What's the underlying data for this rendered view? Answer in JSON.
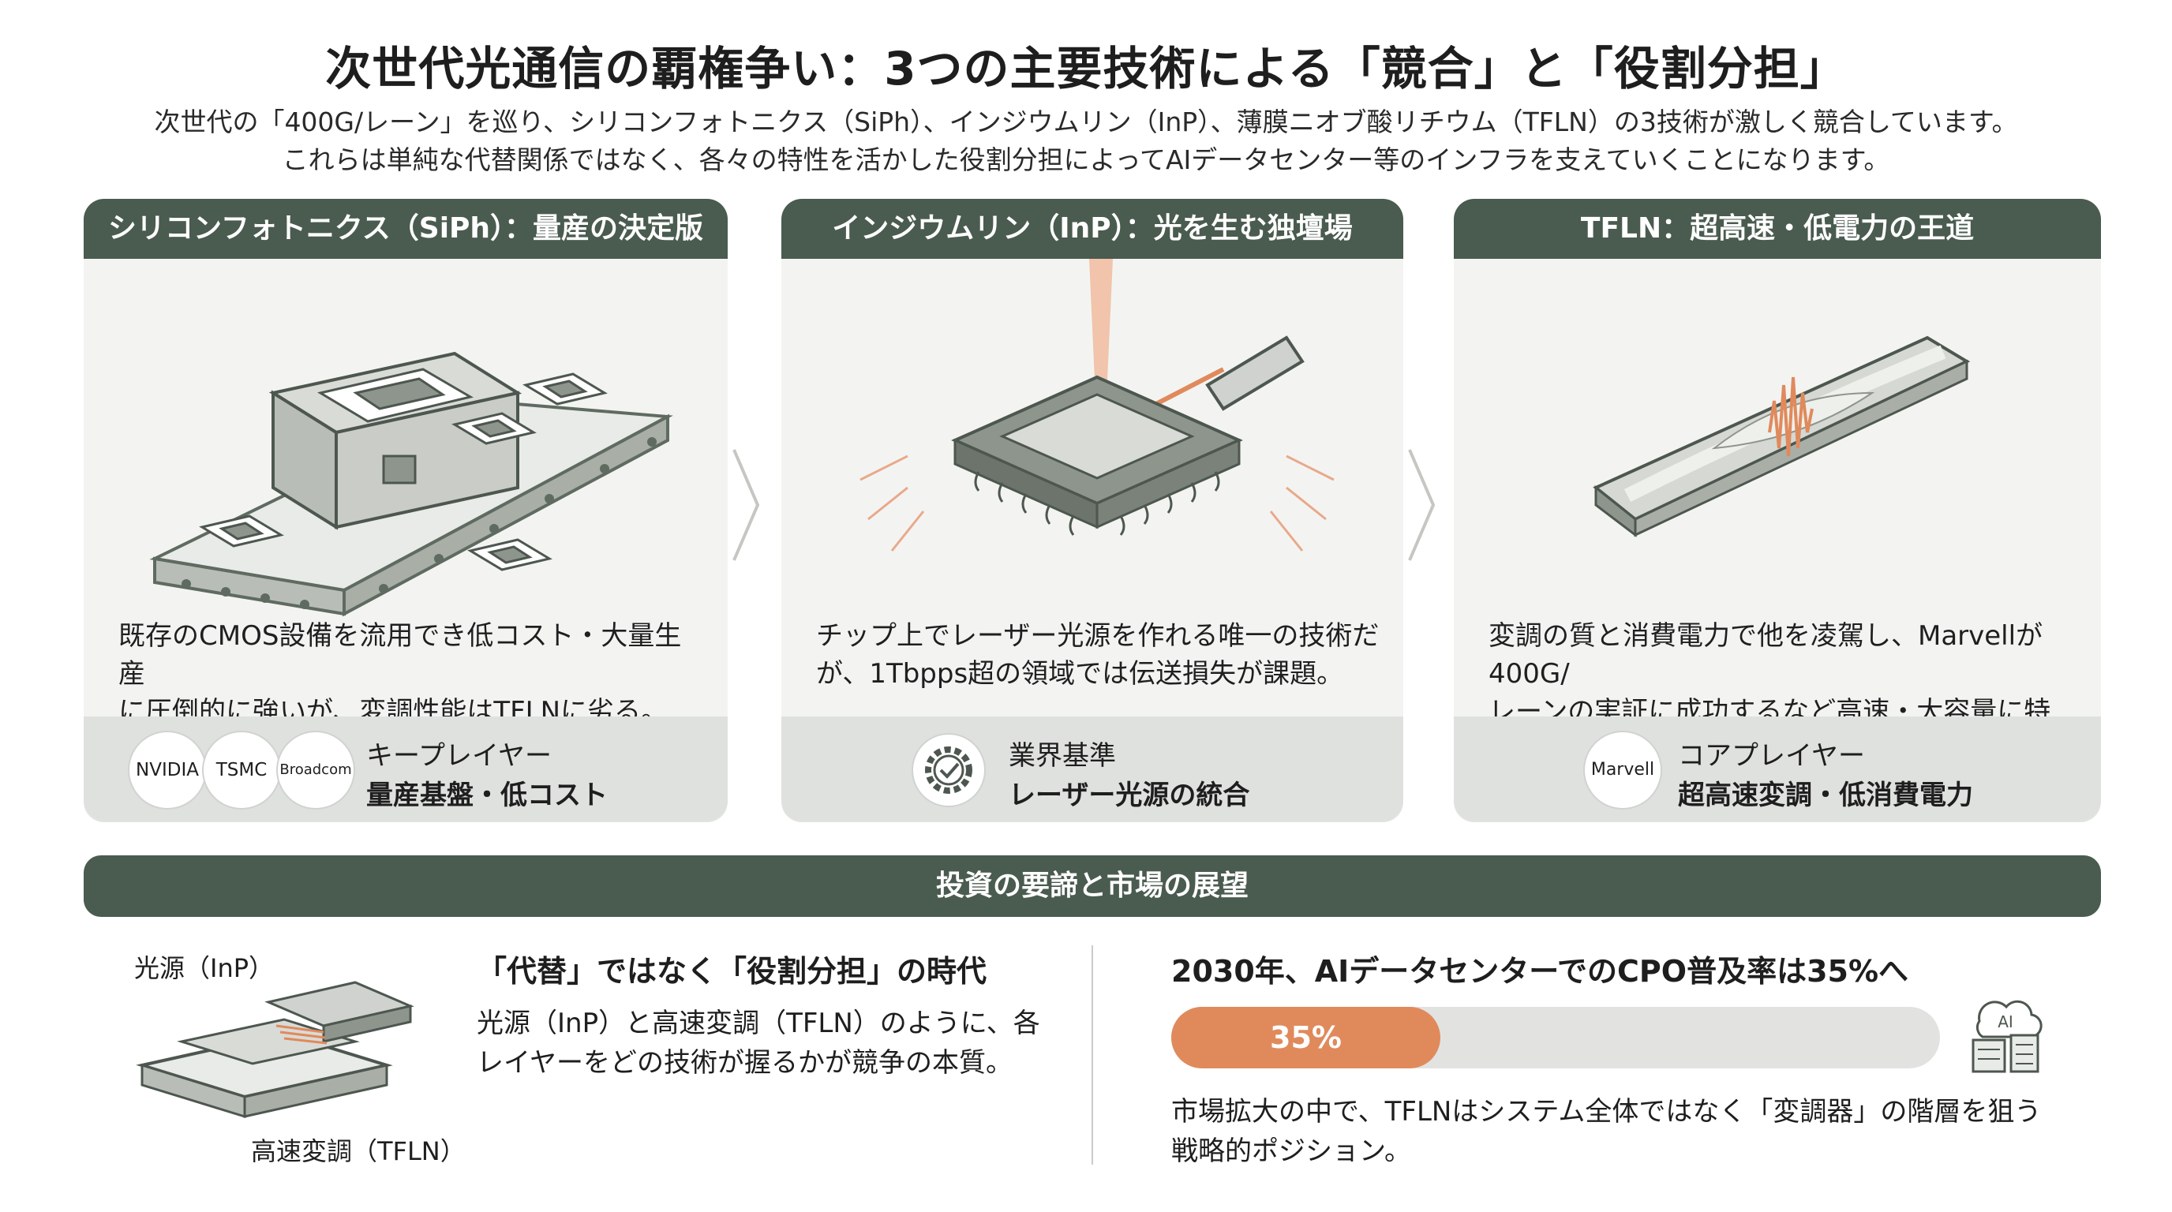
{
  "title": "次世代光通信の覇権争い：3つの主要技術による「競合」と「役割分担」",
  "intro": [
    "次世代の「400G/レーン」を巡り、シリコンフォトニクス（SiPh）、インジウムリン（InP）、薄膜ニオブ酸リチウム（TFLN）の3技術が激しく競合しています。",
    "これらは単純な代替関係ではなく、各々の特性を活かした役割分担によってAIデータセンター等のインフラを支えていくことになります。"
  ],
  "cards": [
    {
      "header": "シリコンフォトニクス（SiPh）：量産の決定版",
      "desc": [
        "既存のCMOS設備を流用でき低コスト・大量生産",
        "に圧倒的に強いが、変調性能はTFLNに劣る。"
      ],
      "logos": [
        "NVIDIA",
        "TSMC",
        "Broadcom"
      ],
      "foot_line1": "キープレイヤー",
      "foot_line2": "量産基盤・低コスト"
    },
    {
      "header": "インジウムリン（InP）：光を生む独壇場",
      "desc": [
        "チップ上でレーザー光源を作れる唯一の技術だ",
        "が、1Tbpps超の領域では伝送損失が課題。"
      ],
      "icon": "gear-check-icon",
      "foot_line1": "業界基準",
      "foot_line2": "レーザー光源の統合"
    },
    {
      "header": "TFLN：超高速・低電力の王道",
      "desc": [
        "変調の質と消費電力で他を凌駕し、Marvellが400G/",
        "レーンの実証に成功するなど高速・大容量に特化。"
      ],
      "logos": [
        "Marvell"
      ],
      "foot_line1": "コアプレイヤー",
      "foot_line2": "超高速変調・低消費電力"
    }
  ],
  "outlook": {
    "banner": "投資の要諦と市場の展望",
    "diagram_label_top": "光源（InP）",
    "diagram_label_bottom": "高速変調（TFLN）",
    "left_heading": "「代替」ではなく「役割分担」の時代",
    "left_text": [
      "光源（InP）と高速変調（TFLN）のように、各",
      "レイヤーをどの技術が握るかが競争の本質。"
    ],
    "right_heading": "2030年、AIデータセンターでのCPO普及率は35%へ",
    "progress_value": 35,
    "progress_label": "35%",
    "server_icon_text": "AI",
    "right_text": [
      "市場拡大の中で、TFLNはシステム全体ではなく「変調器」の階層を狙う",
      "戦略的ポジション。"
    ]
  },
  "colors": {
    "header": "#4a5b4f",
    "accent": "#e08a5c",
    "card_bg": "#f3f4f2",
    "footer_bg": "#dfe1de"
  }
}
